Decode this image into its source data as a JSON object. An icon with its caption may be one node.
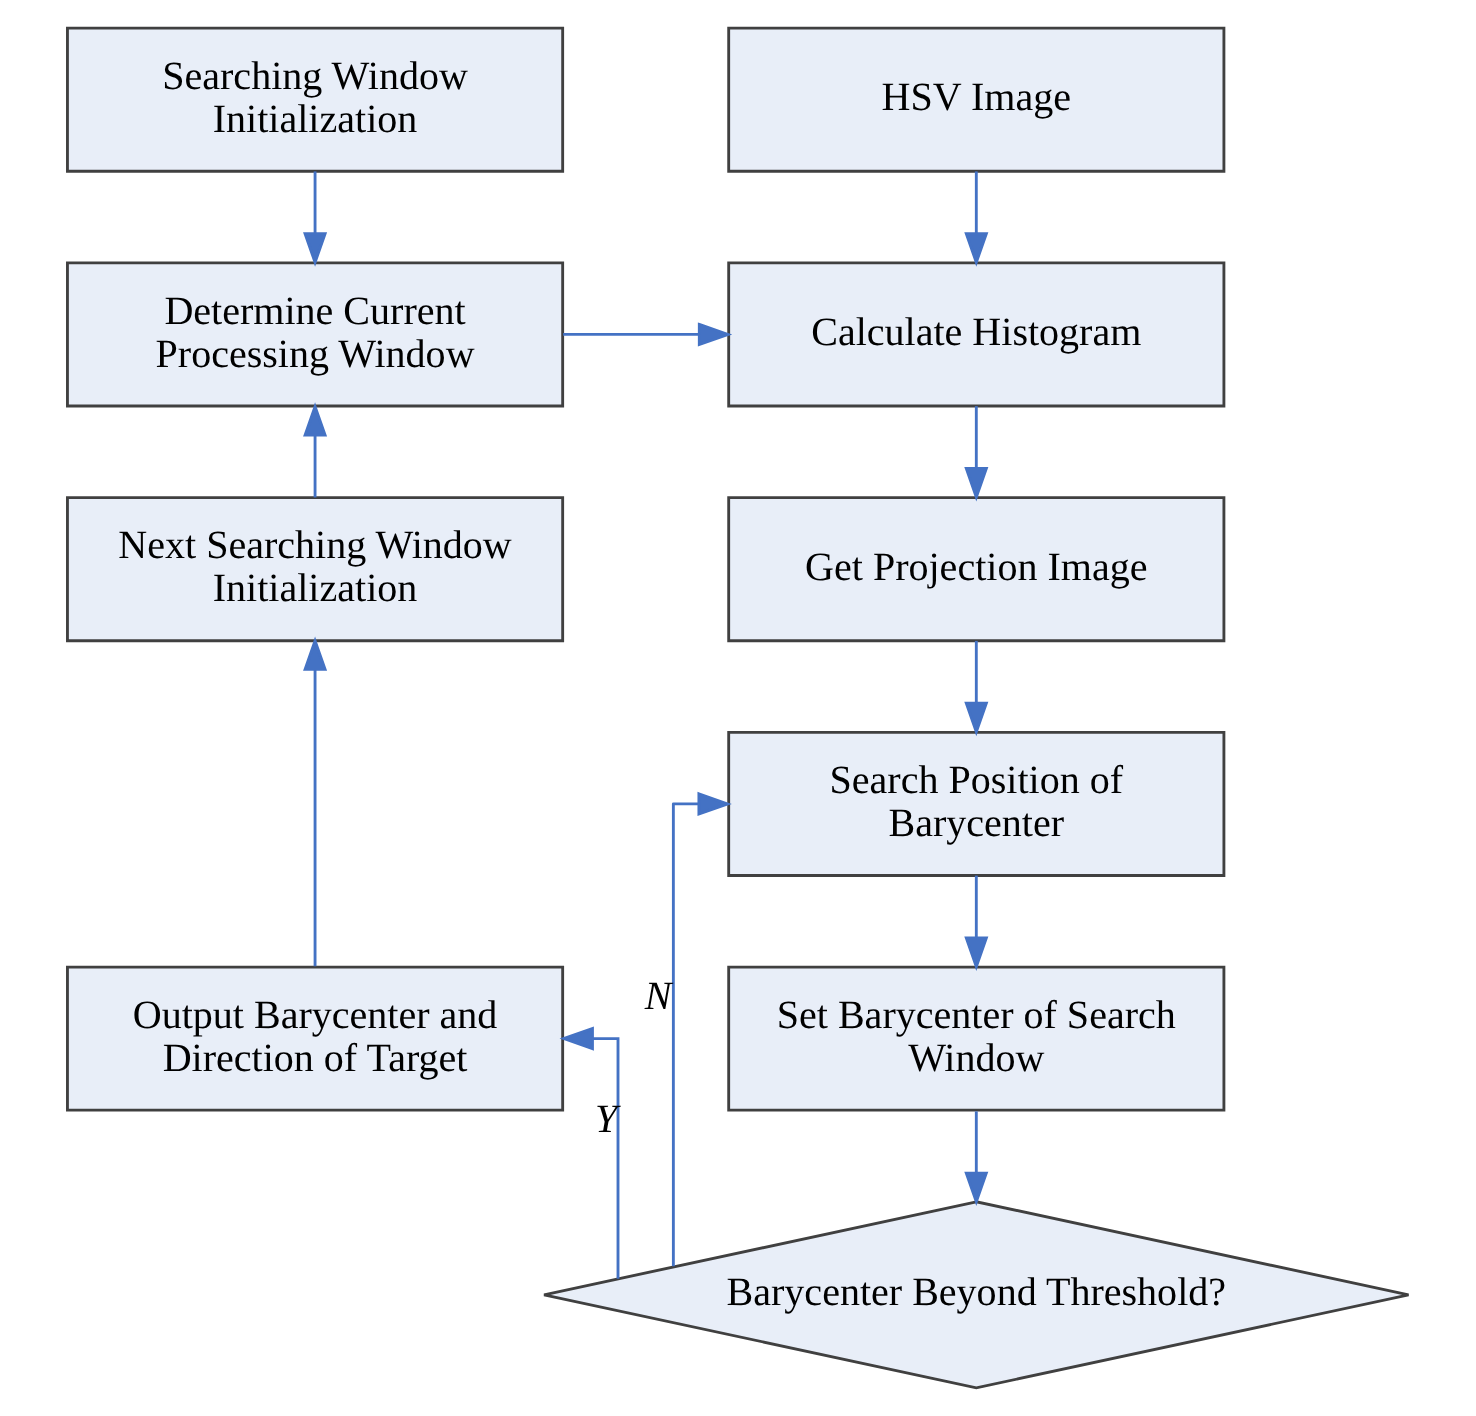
{
  "diagram": {
    "nodes": [
      {
        "text": [
          "Searching Window Initialization"
        ]
      },
      {
        "text": [
          "Determine Current Processing Window"
        ]
      },
      {
        "text": [
          "Next Searching Window Initialization"
        ]
      },
      {
        "text": [
          "Output Barycenter and Direction of Target"
        ]
      },
      {
        "text": [
          "HSV Image"
        ]
      },
      {
        "text": [
          "Calculate Histogram"
        ]
      },
      {
        "text": [
          "Get Projection Image"
        ]
      },
      {
        "text": [
          "Search Position of Barycenter"
        ]
      },
      {
        "text": [
          "Set Barycenter of Search Window"
        ]
      },
      {
        "text": [
          "Barycenter Beyond Threshold?"
        ]
      }
    ],
    "edges": [
      {
        "from": 0,
        "to": 1,
        "arrow": "to"
      },
      {
        "from": 4,
        "to": 5,
        "arrow": "to"
      },
      {
        "from": 1,
        "to": 5,
        "arrow": "to"
      },
      {
        "from": 5,
        "to": 6,
        "arrow": "to"
      },
      {
        "from": 6,
        "to": 7,
        "arrow": "to"
      },
      {
        "from": 7,
        "to": 8,
        "arrow": "to"
      },
      {
        "from": 8,
        "to": 9,
        "arrow": "to"
      },
      {
        "from": 9,
        "to": 3,
        "arrow": "to",
        "label": "Y"
      },
      {
        "from": 9,
        "to": 7,
        "arrow": "to",
        "label": "N"
      },
      {
        "from": 3,
        "to": 2,
        "arrow": "to"
      },
      {
        "from": 2,
        "to": 1,
        "arrow": "to"
      }
    ]
  }
}
